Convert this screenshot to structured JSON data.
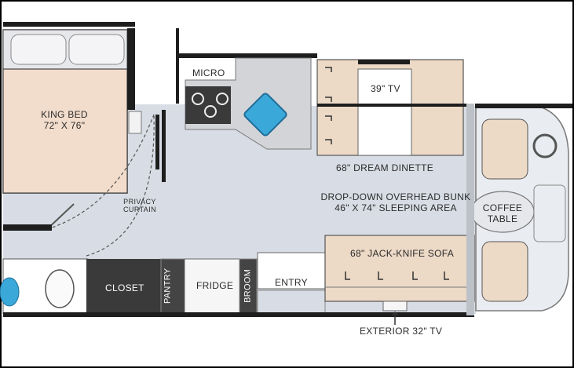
{
  "floorplan": {
    "labels": {
      "micro": "MICRO",
      "king_bed_line1": "KING BED",
      "king_bed_line2": "72\" X 76\"",
      "privacy_line1": "PRIVACY",
      "privacy_line2": "CURTAIN",
      "tv": "39\" TV",
      "dinette": "68\" DREAM DINETTE",
      "bunk_line1": "DROP-DOWN OVERHEAD BUNK",
      "bunk_line2": "46\" X 74\" SLEEPING AREA",
      "coffee_line1": "COFFEE",
      "coffee_line2": "TABLE",
      "sofa": "68\" JACK-KNIFE SOFA",
      "closet": "CLOSET",
      "pantry": "PANTRY",
      "fridge": "FRIDGE",
      "broom": "BROOM",
      "entry": "ENTRY",
      "exterior_tv": "EXTERIOR 32\" TV"
    },
    "colors": {
      "floor": "#d8dde5",
      "bed": "#f2dccb",
      "seat": "#ecd9c6",
      "appliance": "#3a3a3a",
      "wall": "#1e1e1e",
      "water": "#3aa8d8"
    },
    "icons": [
      "cooktop-burners-icon",
      "kitchen-sink-icon",
      "toilet-icon",
      "steering-wheel-icon"
    ]
  }
}
